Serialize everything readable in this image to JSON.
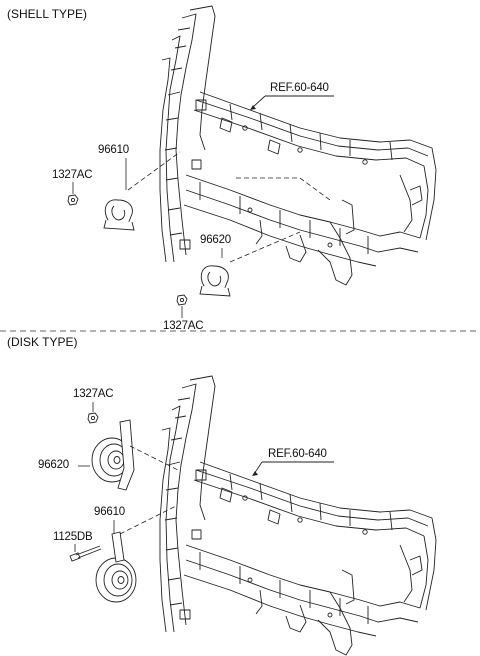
{
  "sections": [
    {
      "title": "(SHELL TYPE)",
      "labels": {
        "ref": "REF.60-640",
        "horn_a": "96610",
        "horn_b": "96620",
        "nut_a": "1327AC",
        "nut_b": "1327AC"
      }
    },
    {
      "title": "(DISK TYPE)",
      "labels": {
        "ref": "REF.60-640",
        "horn_a": "96620",
        "horn_b": "96610",
        "nut_a": "1327AC",
        "bolt": "1125DB"
      }
    }
  ]
}
